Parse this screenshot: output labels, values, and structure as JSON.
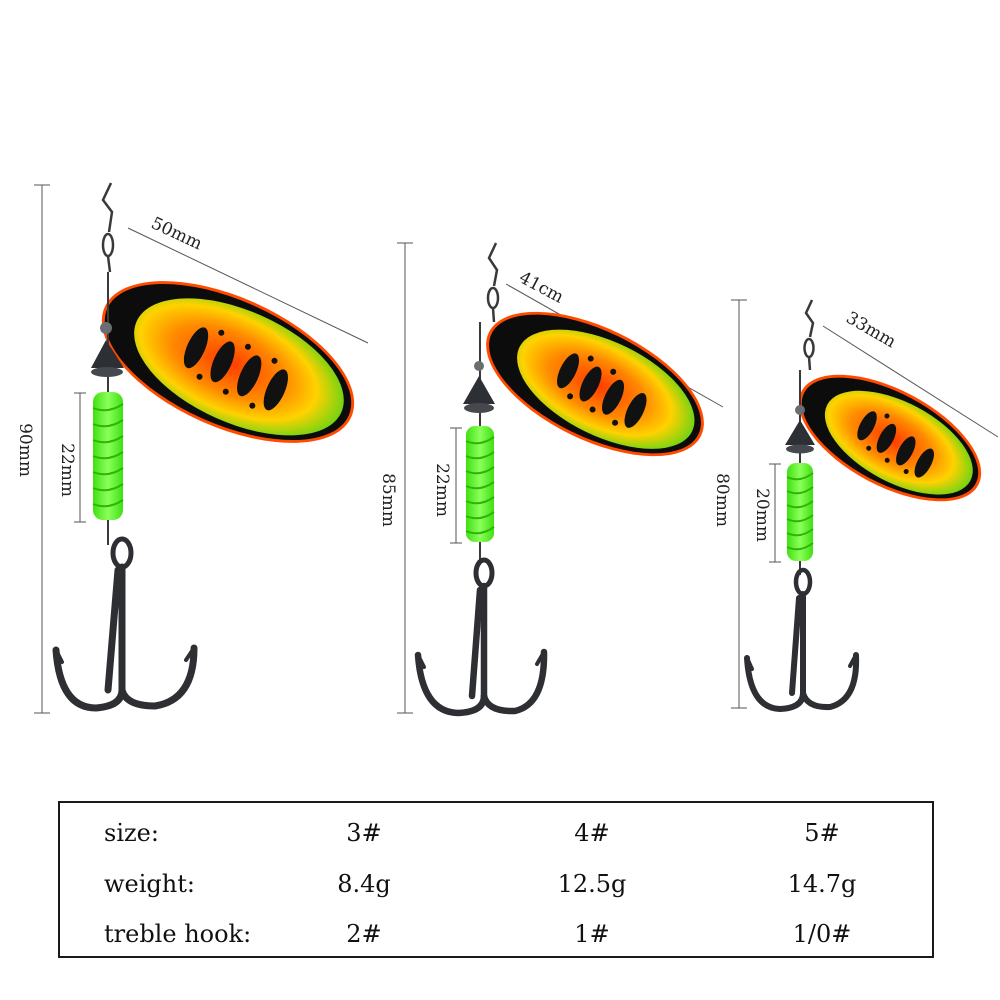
{
  "lures": [
    {
      "name": "size-3",
      "total_length": "90mm",
      "blade_length": "50mm",
      "bead_length": "22mm"
    },
    {
      "name": "size-4",
      "total_length": "85mm",
      "blade_length": "41cm",
      "bead_length": "22mm"
    },
    {
      "name": "size-5",
      "total_length": "80mm",
      "blade_length": "33mm",
      "bead_length": "20mm"
    }
  ],
  "colors": {
    "blade_center": "#ff3a00",
    "blade_mid": "#ffd200",
    "blade_edge": "#3fd41b",
    "blade_rim": "#0c0c0c",
    "bead_green": "#5dfb2a",
    "hook_metal": "#2d2f33"
  },
  "specs": {
    "rows": [
      {
        "label": "size:",
        "values": [
          "3#",
          "4#",
          "5#"
        ]
      },
      {
        "label": "weight:",
        "values": [
          "8.4g",
          "12.5g",
          "14.7g"
        ]
      },
      {
        "label": "treble hook:",
        "values": [
          "2#",
          "1#",
          "1/0#"
        ]
      }
    ]
  }
}
